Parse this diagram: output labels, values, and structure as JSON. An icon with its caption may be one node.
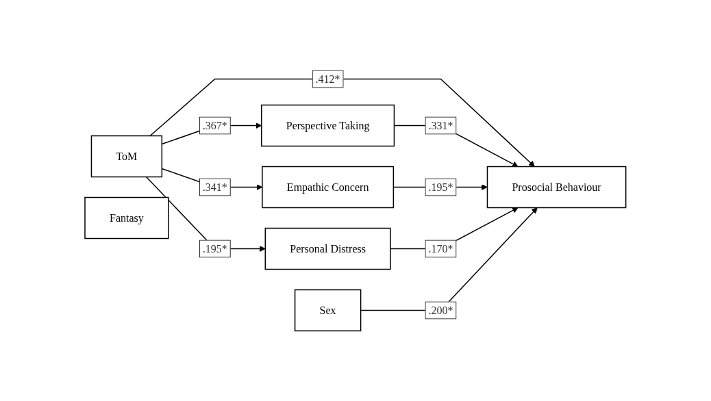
{
  "diagram": {
    "nodes": [
      {
        "text": [
          "ToM"
        ]
      },
      {
        "text": [
          "Perspective Taking"
        ]
      },
      {
        "text": [
          "Fantasy"
        ]
      },
      {
        "text": [
          "Prosocial Behaviour"
        ]
      },
      {
        "text": [
          "Empathic Concern"
        ]
      },
      {
        "text": [
          "Sex"
        ]
      },
      {
        "text": [
          "Personal Distress"
        ]
      }
    ],
    "edges": [
      {
        "from": 0,
        "to": 3,
        "arrow": "to",
        "label": ".412*"
      },
      {
        "from": 0,
        "to": 1,
        "arrow": "to",
        "label": ".367*"
      },
      {
        "from": 1,
        "to": 3,
        "arrow": "to",
        "label": ".331*"
      },
      {
        "from": 0,
        "to": 4,
        "arrow": "to",
        "label": ".341*"
      },
      {
        "from": 0,
        "to": 6,
        "arrow": "to",
        "label": ".195*"
      },
      {
        "from": 4,
        "to": 3,
        "arrow": "to",
        "label": ".195*"
      },
      {
        "from": 6,
        "to": 3,
        "arrow": "to",
        "label": ".170*"
      },
      {
        "from": 5,
        "to": 3,
        "arrow": "to",
        "label": ".200*"
      }
    ]
  }
}
